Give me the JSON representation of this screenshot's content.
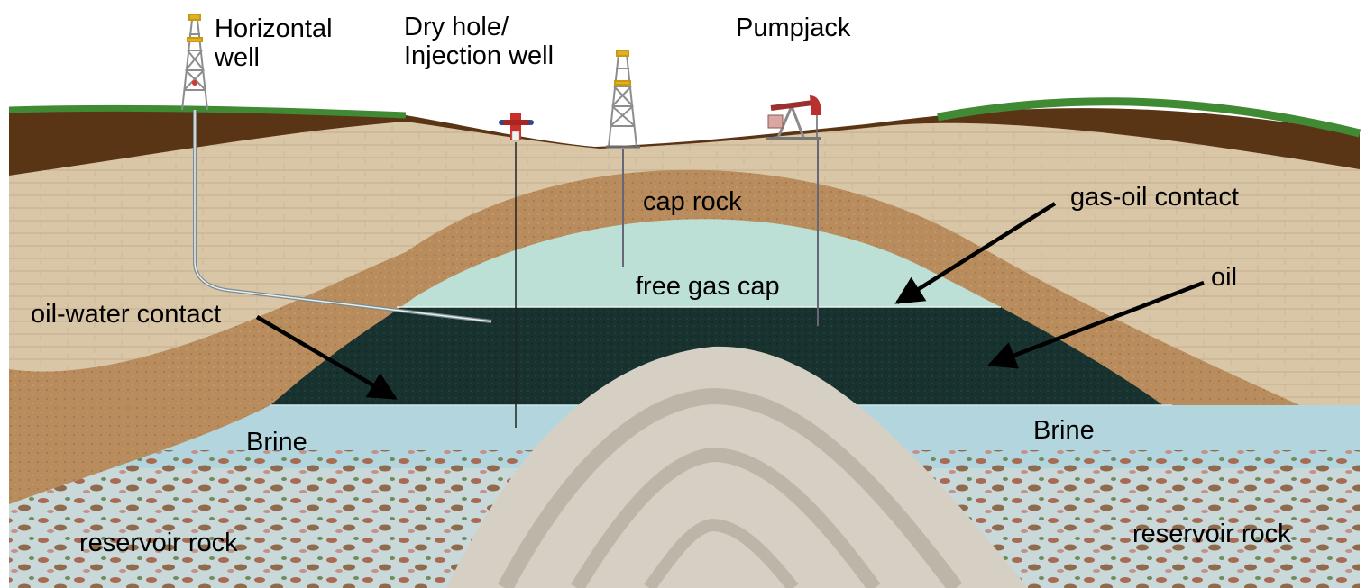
{
  "labels": {
    "horizontal_well": "Horizontal\nwell",
    "dry_hole": "Dry hole/\nInjection well",
    "pumpjack": "Pumpjack",
    "cap_rock": "cap rock",
    "gas_oil_contact": "gas-oil contact",
    "free_gas_cap": "free gas cap",
    "oil": "oil",
    "oil_water_contact": "oil-water contact",
    "brine_left": "Brine",
    "brine_right": "Brine",
    "reservoir_rock_left": "reservoir rock",
    "reservoir_rock_right": "reservoir rock"
  },
  "colors": {
    "soil": "#5a3515",
    "grass": "#3f8a33",
    "sediment": "#d9c6a6",
    "cap_rock": "#b88c5c",
    "gas": "#bde0d6",
    "oil": "#18322f",
    "brine": "#b3d6de",
    "reservoir_rock": "#c9d9d9",
    "dome": "#d6d0c4"
  }
}
